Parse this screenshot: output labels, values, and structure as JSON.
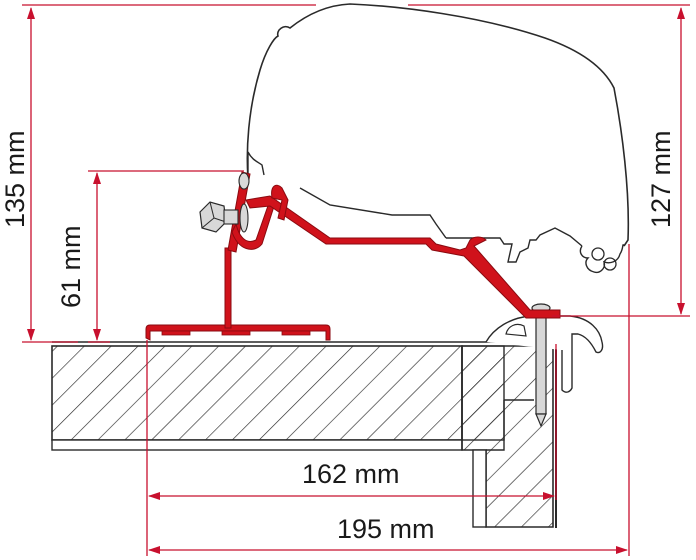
{
  "diagram": {
    "type": "awning-mounting-adapter-cross-section",
    "colors": {
      "dimension_line": "#c8102e",
      "bracket": "#d0121b",
      "bracket_outline": "#8a0a10",
      "outline": "#2a2a2a",
      "bolt_fill": "#d8d8d8",
      "background": "#ffffff"
    },
    "dimensions": {
      "total_height": {
        "label": "135 mm",
        "value": 135,
        "unit": "mm",
        "orientation": "vertical",
        "side": "left-outer"
      },
      "bracket_height": {
        "label": "61 mm",
        "value": 61,
        "unit": "mm",
        "orientation": "vertical",
        "side": "left-inner"
      },
      "awning_height": {
        "label": "127 mm",
        "value": 127,
        "unit": "mm",
        "orientation": "vertical",
        "side": "right"
      },
      "inner_width": {
        "label": "162 mm",
        "value": 162,
        "unit": "mm",
        "orientation": "horizontal",
        "position": "upper"
      },
      "outer_width": {
        "label": "195 mm",
        "value": 195,
        "unit": "mm",
        "orientation": "horizontal",
        "position": "lower"
      }
    },
    "components": [
      {
        "id": "awning-case",
        "label": "Awning cassette profile"
      },
      {
        "id": "mounting-bracket",
        "label": "Red adapter bracket"
      },
      {
        "id": "bolt-nut",
        "label": "Bolt and nut assembly"
      },
      {
        "id": "screw",
        "label": "Fixing screw"
      },
      {
        "id": "rail",
        "label": "Rail profile"
      },
      {
        "id": "roof-panel",
        "label": "Roof panel (hatched)"
      },
      {
        "id": "wall-panel",
        "label": "Side wall (hatched)"
      }
    ]
  }
}
